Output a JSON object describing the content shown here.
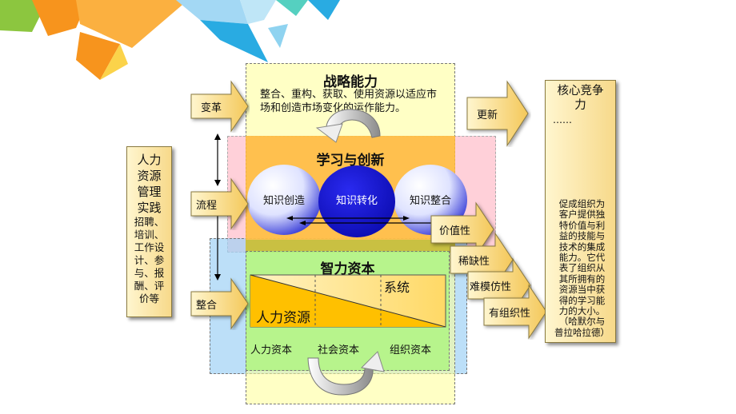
{
  "strategy": {
    "title": "战略能力",
    "desc_line1": "整合、重构、获取、使用资源以适应市",
    "desc_line2": "场和创造市场变化的运作能力。"
  },
  "learning": {
    "title": "学习与创新",
    "spheres": [
      "知识创造",
      "知识转化",
      "知识整合"
    ]
  },
  "intellect": {
    "title": "智力资本",
    "system_label": "系统",
    "human_label": "人力资源",
    "capitals": [
      "人力资本",
      "社会资本",
      "组织资本"
    ]
  },
  "left_arrows": [
    "变革",
    "流程",
    "整合"
  ],
  "right_top_arrow": "更新",
  "attributes": [
    "价值性",
    "稀缺性",
    "难模仿性",
    "有组织性"
  ],
  "hr": {
    "title_lines": [
      "人力",
      "资源",
      "管理",
      "实践"
    ],
    "sub_lines": [
      "招聘、",
      "培训、",
      "工作设",
      "计、参",
      "与、报",
      "酬、评",
      "价等"
    ]
  },
  "core": {
    "title_lines": [
      "核心竞争",
      "力"
    ],
    "ellipsis": "……",
    "desc_lines": [
      "促成组织为",
      "客户提供独",
      "特价值与利",
      "益的技能与",
      "技术的集成",
      "能力。它代",
      "表了组织从",
      "其所拥有的",
      "资源当中获",
      "得的学习能",
      "力的大小。",
      "（哈默尔与",
      "普拉哈拉德）"
    ]
  },
  "colors": {
    "strategy_fill": "#ffff96",
    "learning_fill": "#ffb93c",
    "intellect_fill": "#aff582",
    "blue_sphere": "#1010d0"
  }
}
